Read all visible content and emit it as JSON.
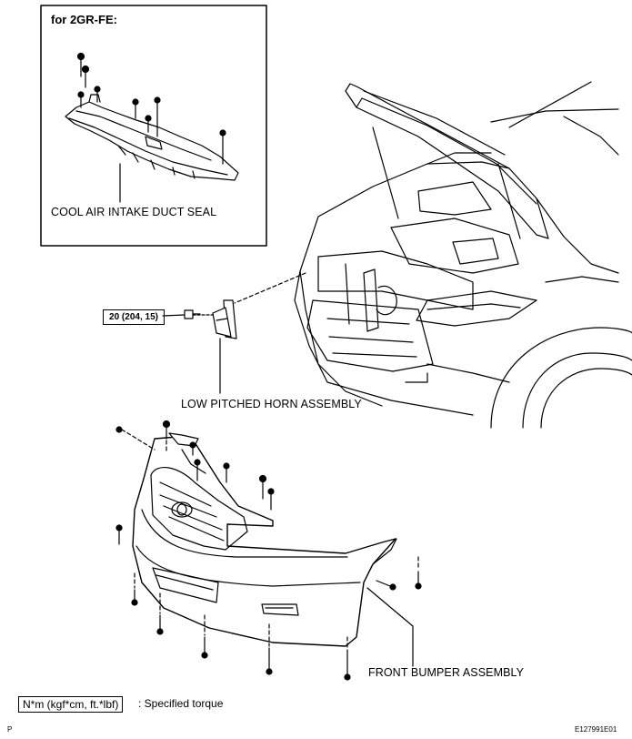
{
  "inset": {
    "title": "for 2GR-FE:"
  },
  "labels": {
    "duct_seal": "COOL AIR INTAKE DUCT SEAL",
    "horn": "LOW PITCHED HORN ASSEMBLY",
    "bumper": "FRONT BUMPER ASSEMBLY"
  },
  "torque": {
    "value": "20 (204, 15)"
  },
  "legend": {
    "units": "N*m (kgf*cm, ft.*lbf)",
    "text": ": Specified torque"
  },
  "corner": {
    "left": "P",
    "right": "E127991E01"
  }
}
